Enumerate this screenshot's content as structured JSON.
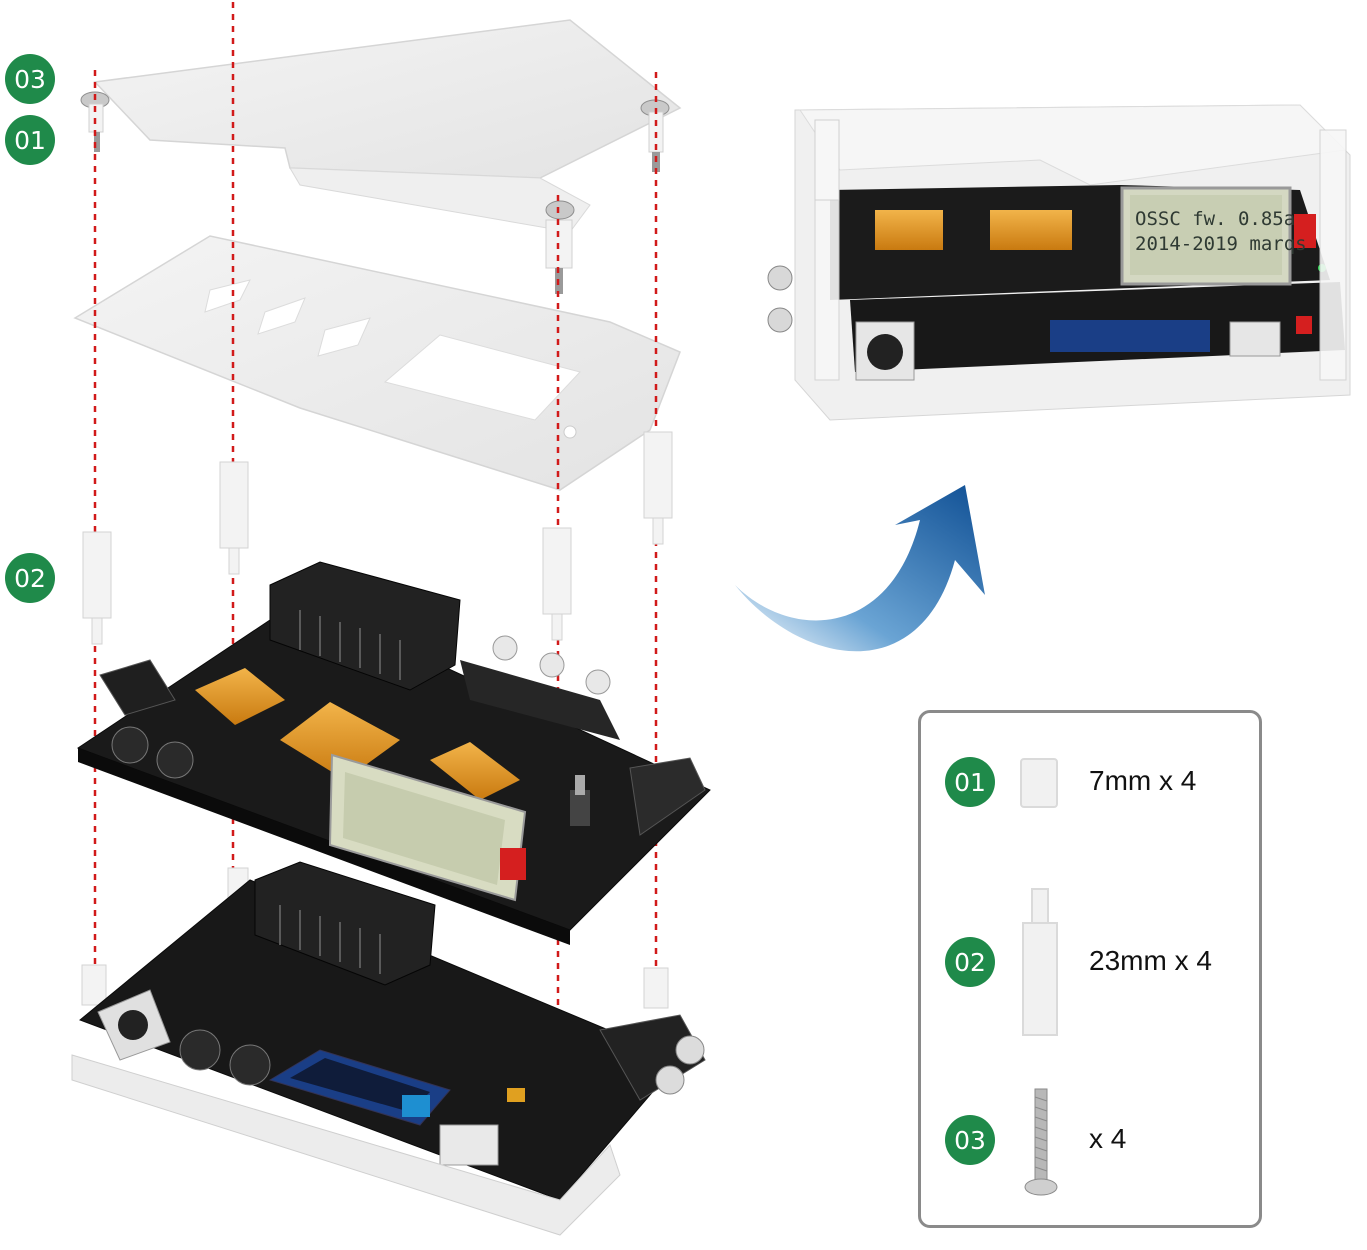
{
  "callouts": {
    "c03": "03",
    "c01": "01",
    "c02": "02"
  },
  "lcd": {
    "line1": "OSSC  fw. 0.85a",
    "line2": "2014-2019  marqs"
  },
  "legend": {
    "items": [
      {
        "num": "01",
        "label": "7mm x 4",
        "part": "spacer-7mm"
      },
      {
        "num": "02",
        "label": "23mm x 4",
        "part": "standoff-23mm"
      },
      {
        "num": "03",
        "label": "x 4",
        "part": "screw"
      }
    ]
  },
  "colors": {
    "badge_green": "#1f8a4a",
    "arrow_blue": "#1a5fa0",
    "guide_red": "#d11a1a",
    "heatsink_orange": "#e59a1c",
    "pcb_black": "#161616"
  }
}
